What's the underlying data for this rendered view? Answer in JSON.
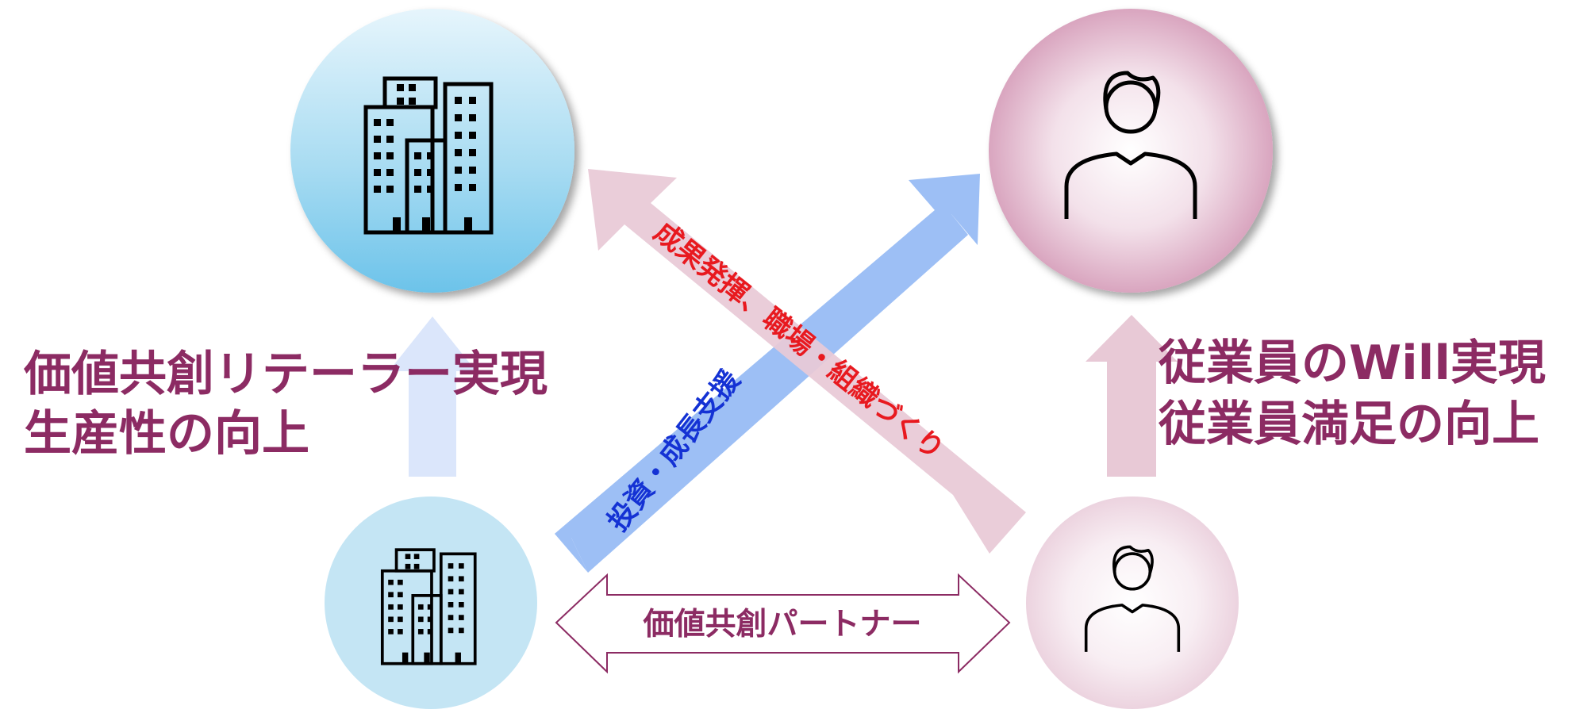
{
  "diagram": {
    "left_statement": {
      "line1": "価値共創リテーラー実現",
      "line2": "生産性の向上"
    },
    "right_statement": {
      "line1": "従業員のWill実現",
      "line2": "従業員満足の向上"
    },
    "partner_label": "価値共創パートナー",
    "pink_arrow_label": "成果発揮、職場・組織づくり",
    "blue_arrow_label": "投資・成長支援",
    "nodes": {
      "company_top": {
        "icon": "office-buildings-icon"
      },
      "employee_top": {
        "icon": "person-icon"
      },
      "company_bottom": {
        "icon": "office-buildings-icon"
      },
      "employee_bottom": {
        "icon": "person-icon"
      }
    },
    "colors": {
      "accent_text": "#8c2b63",
      "blue_circle": "#7fcbea",
      "pink_circle": "#e2b4cb",
      "pink_arrow": "#e8c9d6",
      "blue_arrow": "#9dbff5",
      "light_blue_arrow": "#dbe6fb",
      "red_text": "#e8191f",
      "blue_text": "#1432d4"
    }
  }
}
